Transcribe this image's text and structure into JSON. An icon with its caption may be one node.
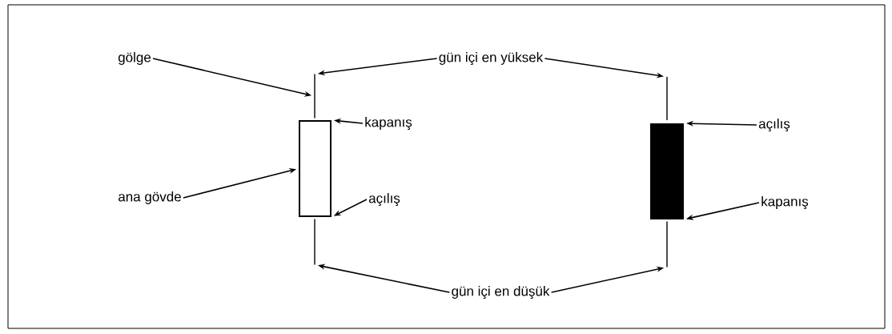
{
  "diagram": {
    "nodes": [
      {
        "text": [
          "gölge"
        ]
      },
      {
        "text": [
          "gün içi en yüksek"
        ]
      },
      {
        "text": [
          "kapanış"
        ]
      },
      {
        "text": [
          "ana gövde"
        ]
      },
      {
        "text": [
          "açılış"
        ]
      },
      {
        "text": [
          "gün içi en düşük"
        ]
      },
      {
        "text": [
          "açılış"
        ]
      },
      {
        "text": [
          "kapanış"
        ]
      },
      {
        "text": [],
        "shape": "line"
      },
      {
        "text": [],
        "shape": "box"
      },
      {
        "text": [],
        "shape": "line"
      },
      {
        "text": [],
        "shape": "line"
      },
      {
        "text": [],
        "shape": "box"
      },
      {
        "text": [],
        "shape": "line"
      }
    ],
    "edges": [
      {
        "from": 0,
        "to": 8,
        "arrow": "to"
      },
      {
        "from": 1,
        "to": 8,
        "arrow": "to"
      },
      {
        "from": 1,
        "to": 11,
        "arrow": "to"
      },
      {
        "from": 2,
        "to": 9,
        "arrow": "to"
      },
      {
        "from": 3,
        "to": 9,
        "arrow": "to"
      },
      {
        "from": 4,
        "to": 9,
        "arrow": "to"
      },
      {
        "from": 5,
        "to": 10,
        "arrow": "to"
      },
      {
        "from": 5,
        "to": 13,
        "arrow": "to"
      },
      {
        "from": 6,
        "to": 12,
        "arrow": "to"
      },
      {
        "from": 7,
        "to": 12,
        "arrow": "to"
      }
    ]
  }
}
